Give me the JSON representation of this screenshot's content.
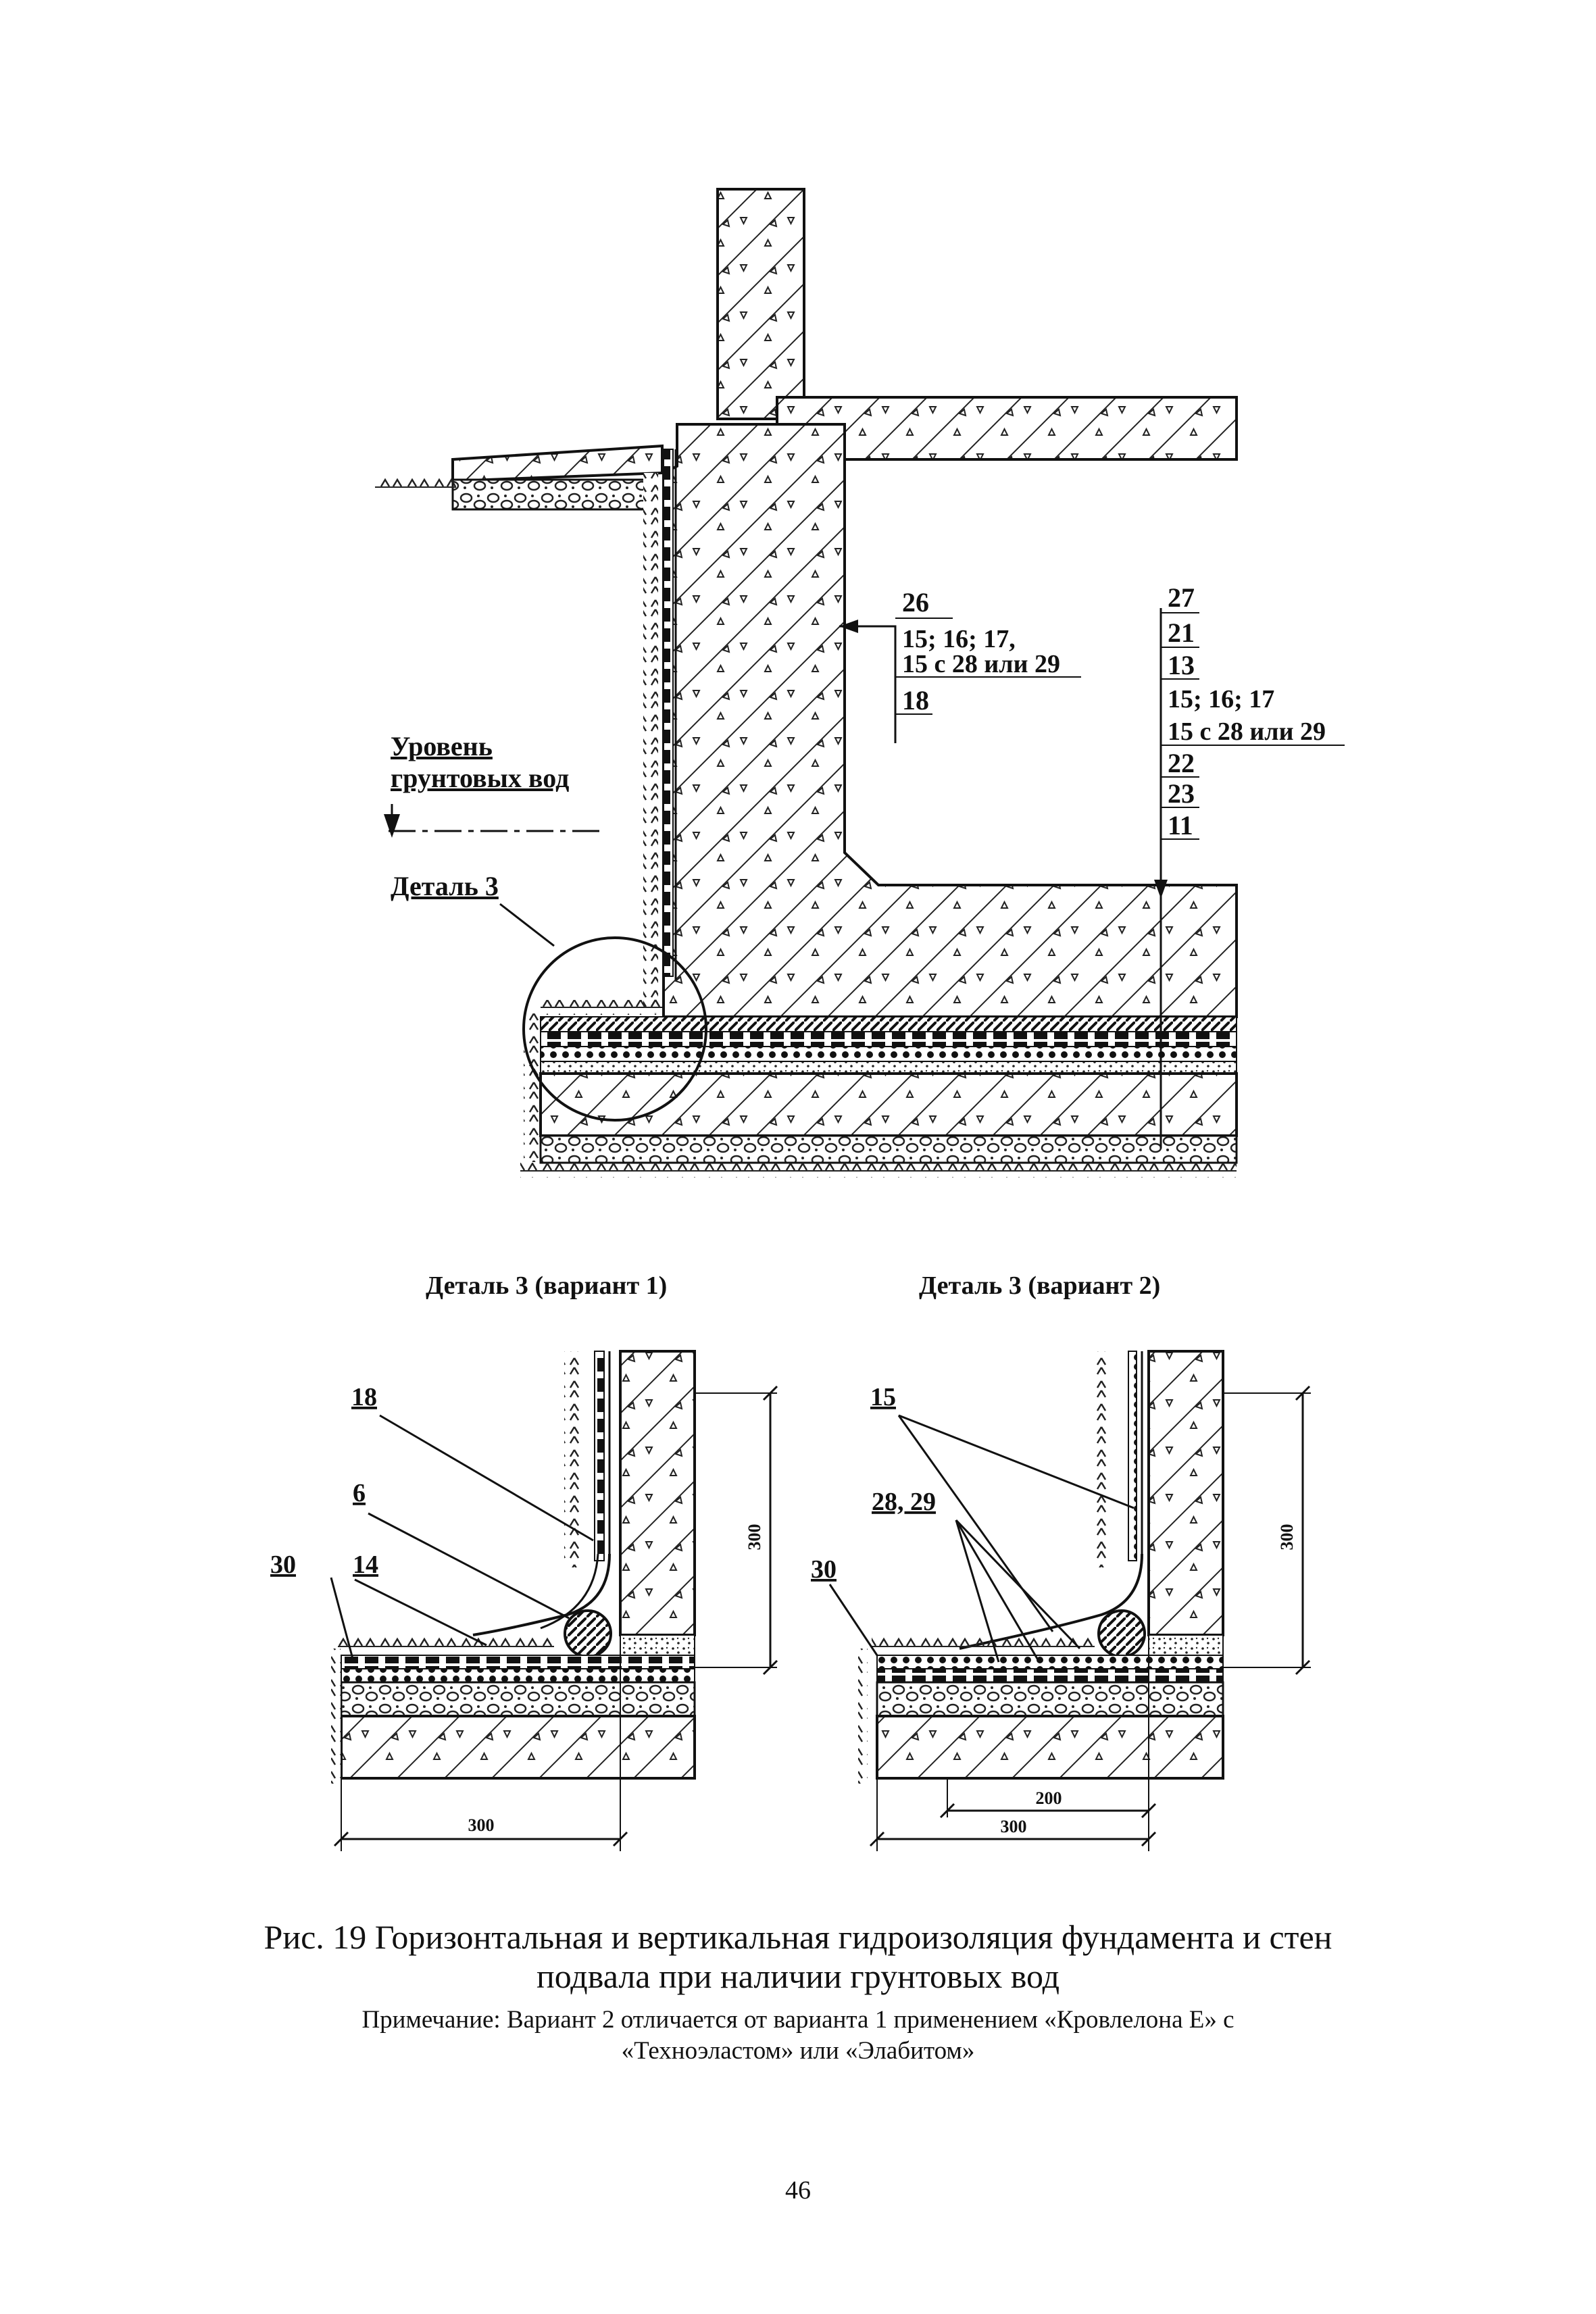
{
  "main_drawing": {
    "callout_left": [
      "26",
      "15; 16; 17,",
      "15 с 28 или 29",
      "18"
    ],
    "callout_right": [
      "27",
      "21",
      "13",
      "15; 16; 17",
      "15 с 28 или 29",
      "22",
      "23",
      "11"
    ],
    "groundwater_label_1": "Уровень",
    "groundwater_label_2": "грунтовых вод",
    "detail_label": "Деталь 3"
  },
  "detail_1": {
    "title": "Деталь 3 (вариант 1)",
    "labels": [
      "18",
      "6",
      "30",
      "14"
    ],
    "dim_vertical": "300",
    "dim_horizontal": "300"
  },
  "detail_2": {
    "title": "Деталь 3 (вариант 2)",
    "labels": [
      "15",
      "28, 29",
      "30"
    ],
    "dim_vertical": "300",
    "dim_horizontal_inner": "200",
    "dim_horizontal_outer": "300"
  },
  "caption": {
    "line1": "Рис. 19 Горизонтальная и вертикальная гидроизоляция фундамента и стен",
    "line2": "подвала при наличии грунтовых вод",
    "note_line1": "Примечание: Вариант 2 отличается от варианта 1 применением «Кровлелона Е» с",
    "note_line2": "«Техноэластом» или «Элабитом»"
  },
  "page_number": "46"
}
